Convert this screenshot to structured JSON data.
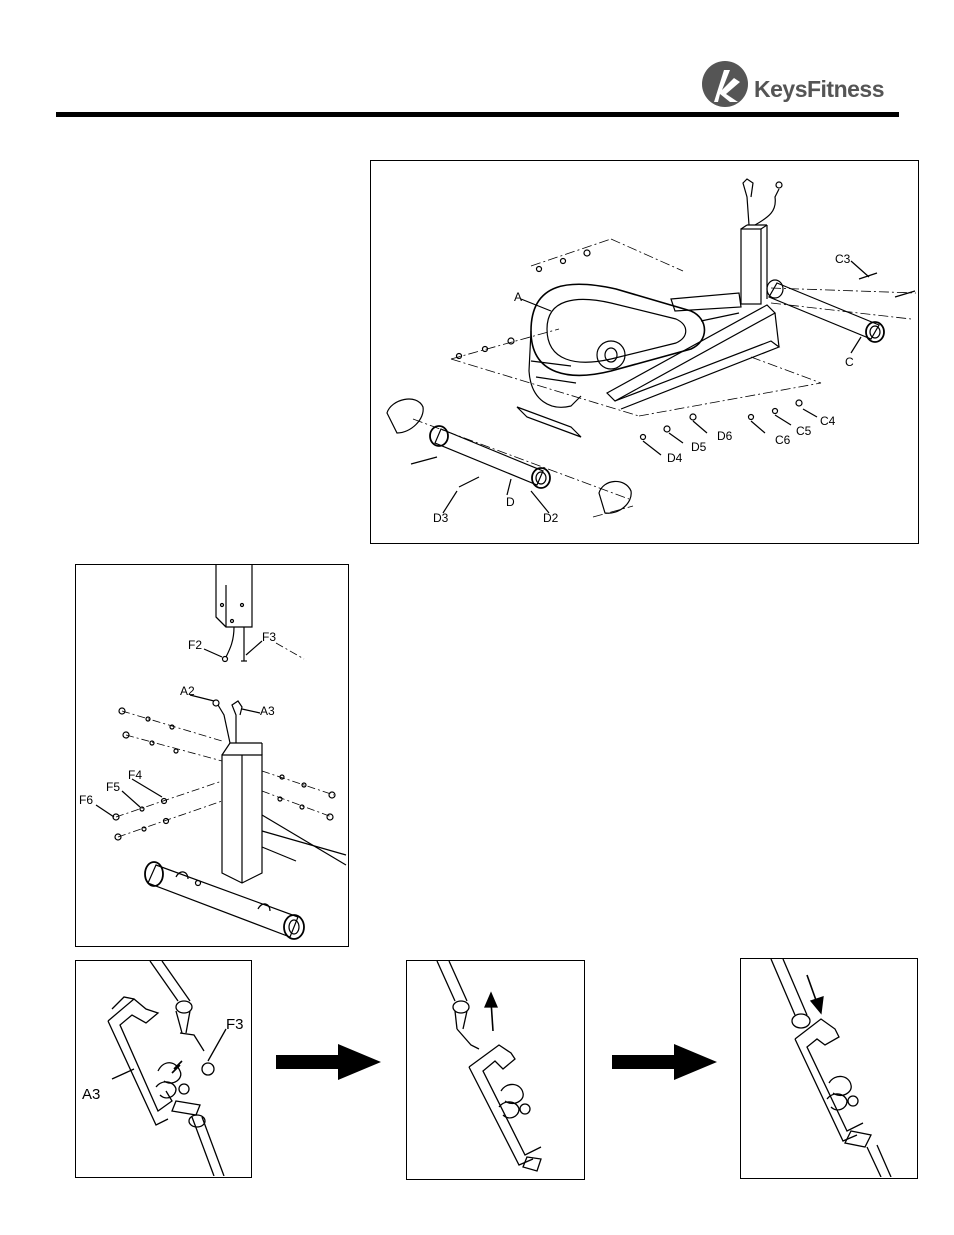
{
  "brand": {
    "name_part1": "Keys",
    "name_part2": "Fitness",
    "logo_icon": "keys-logo-icon"
  },
  "figure1": {
    "labels": {
      "A": "A",
      "C": "C",
      "C3": "C3",
      "C4": "C4",
      "C5": "C5",
      "C6": "C6",
      "D": "D",
      "D2": "D2",
      "D3": "D3",
      "D4": "D4",
      "D5": "D5",
      "D6": "D6"
    }
  },
  "figure2": {
    "labels": {
      "F2": "F2",
      "F3": "F3",
      "A2": "A2",
      "A3": "A3",
      "F4": "F4",
      "F5": "F5",
      "F6": "F6"
    }
  },
  "figure3": {
    "labels": {
      "F3": "F3",
      "A3": "A3"
    }
  },
  "arrows": [
    "right-arrow-icon",
    "right-arrow-icon"
  ],
  "colors": {
    "ink": "#000000",
    "paper": "#ffffff",
    "logo_gray": "#555555"
  }
}
